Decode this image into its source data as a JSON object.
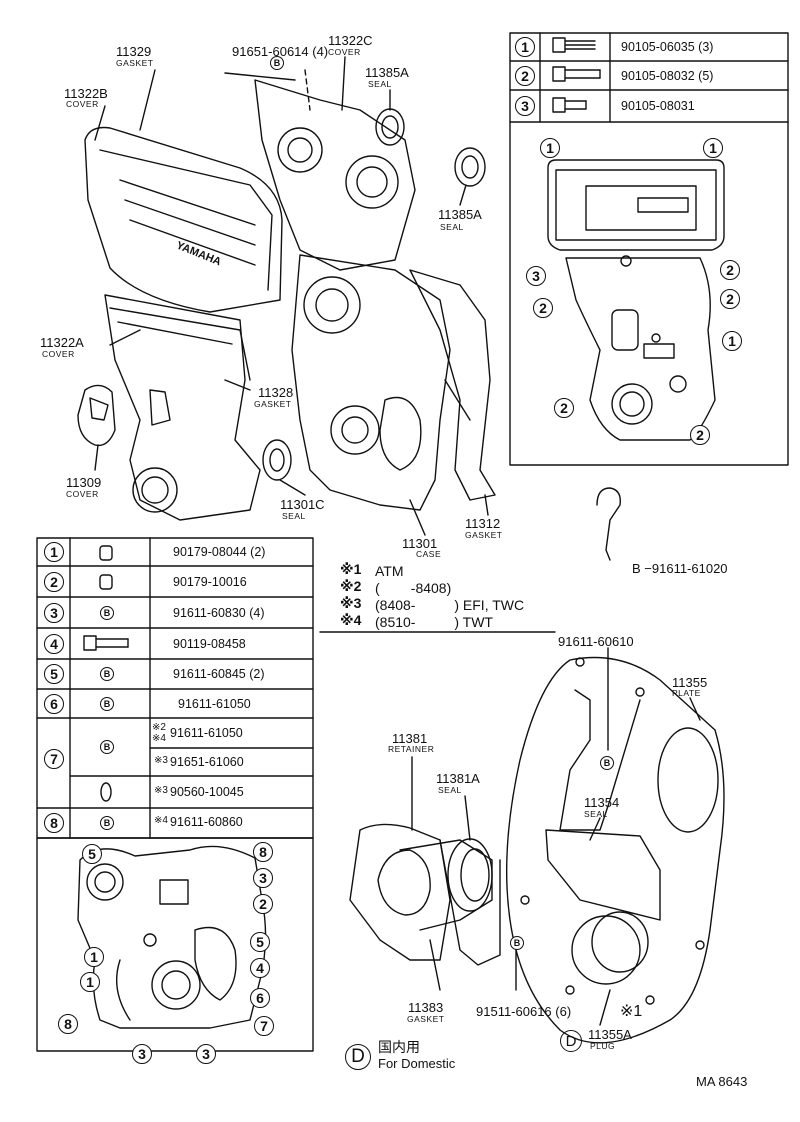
{
  "diagram_code": "MA 8643",
  "legend": {
    "domestic_symbol": "D",
    "domestic_jp": "国内用",
    "domestic_en": "For Domestic"
  },
  "notes": [
    {
      "mark": "※1",
      "text": "ATM"
    },
    {
      "mark": "※2",
      "text": "(        -8408)"
    },
    {
      "mark": "※3",
      "text": "(8408-          ) EFI, TWC"
    },
    {
      "mark": "※4",
      "text": "(8510-          ) TWT"
    }
  ],
  "top_table": [
    {
      "key": "1",
      "part": "90105-06035 (3)"
    },
    {
      "key": "2",
      "part": "90105-08032 (5)"
    },
    {
      "key": "3",
      "part": "90105-08031"
    }
  ],
  "bottom_table": [
    {
      "key": "1",
      "sym": "",
      "cond": "",
      "part": "90179-08044 (2)"
    },
    {
      "key": "2",
      "sym": "",
      "cond": "",
      "part": "90179-10016"
    },
    {
      "key": "3",
      "sym": "B",
      "cond": "",
      "part": "91611-60830 (4)"
    },
    {
      "key": "4",
      "sym": "",
      "cond": "",
      "part": "90119-08458"
    },
    {
      "key": "5",
      "sym": "B",
      "cond": "",
      "part": "91611-60845 (2)"
    },
    {
      "key": "6",
      "sym": "B",
      "cond": "",
      "part": "91611-61050"
    },
    {
      "key": "7a",
      "sym": "B",
      "cond": "※2 ※4",
      "part": "91611-61050"
    },
    {
      "key": "7b",
      "sym": "",
      "cond": "※3",
      "part": "91651-61060"
    },
    {
      "key": "7c",
      "sym": "",
      "cond": "※3",
      "part": "90560-10045"
    },
    {
      "key": "8",
      "sym": "B",
      "cond": "※4",
      "part": "91611-60860"
    }
  ],
  "row7_key": "7",
  "parts": {
    "p91651": "91651-60614 (4)",
    "p11329": "11329",
    "p11329_l": "GASKET",
    "p11322C": "11322C",
    "p11322C_l": "COVER",
    "p11385A_1": "11385A",
    "p11385A_1_l": "SEAL",
    "p11322B": "11322B",
    "p11322B_l": "COVER",
    "p11385A_2": "11385A",
    "p11385A_2_l": "SEAL",
    "p11322A": "11322A",
    "p11322A_l": "COVER",
    "p11328": "11328",
    "p11328_l": "GASKET",
    "p11309": "11309",
    "p11309_l": "COVER",
    "p11301C": "11301C",
    "p11301C_l": "SEAL",
    "p11301": "11301",
    "p11301_l": "CASE",
    "p11312": "11312",
    "p11312_l": "GASKET",
    "p91611_61020": "B −91611-61020",
    "p91611_60610": "91611-60610",
    "p11355": "11355",
    "p11355_l": "PLATE",
    "p11381": "11381",
    "p11381_l": "RETAINER",
    "p11381A": "11381A",
    "p11381A_l": "SEAL",
    "p11354": "11354",
    "p11354_l": "SEAL",
    "p11383": "11383",
    "p11383_l": "GASKET",
    "p91511": "91511-60616 (6)",
    "p11355A": "11355A",
    "p11355A_l": "PLUG",
    "p_star1": "※1",
    "p_D": "D"
  },
  "brand_text": "YAMAHA",
  "callouts_top": [
    "1",
    "1",
    "3",
    "2",
    "2",
    "2",
    "1",
    "2",
    "2"
  ],
  "callouts_bottom": [
    "5",
    "8",
    "3",
    "2",
    "5",
    "4",
    "1",
    "1",
    "6",
    "8",
    "3",
    "3",
    "7"
  ],
  "b_symbol": "B"
}
